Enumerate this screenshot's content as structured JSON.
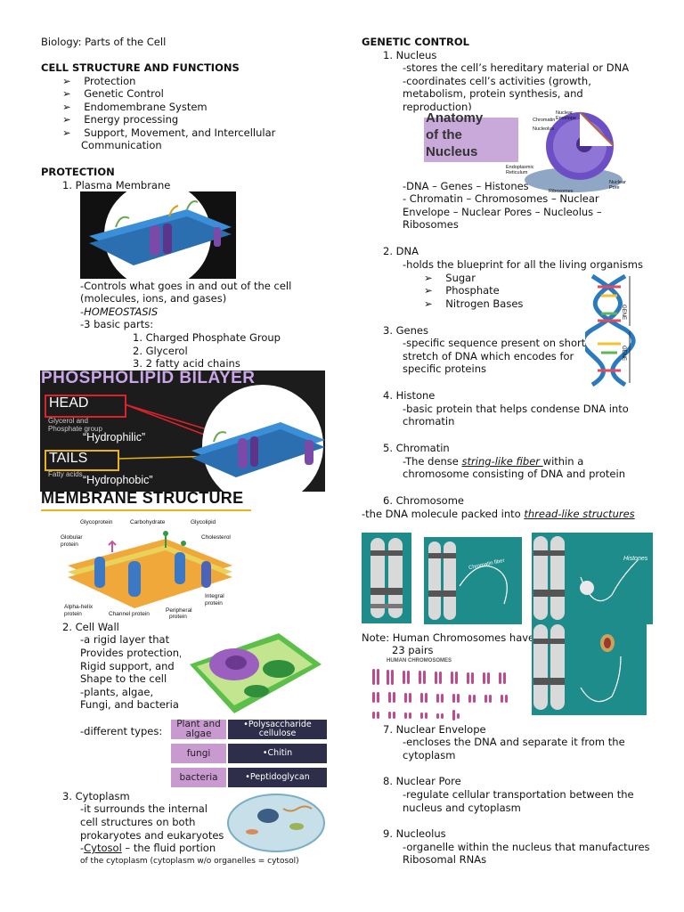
{
  "left": {
    "title": "Biology: Parts of the Cell",
    "heading": "CELL STRUCTURE AND FUNCTIONS",
    "bullets": [
      "Protection",
      "Genetic Control",
      "Endomembrane System",
      "Energy processing",
      "Support, Movement, and Intercellular",
      "Communication"
    ],
    "protection_heading": "PROTECTION",
    "pm_title": "1.    Plasma Membrane",
    "pm_desc1": "-Controls what goes in and out of the cell",
    "pm_desc2": "(molecules, ions, and gases)",
    "pm_homeo": "-HOMEOSTASIS",
    "pm_parts": "-3 basic parts:",
    "pm_part1": "1. Charged Phosphate Group",
    "pm_part2": "2. Glycerol",
    "pm_part3": "3. 2 fatty acid chains",
    "cw_title": "2.    Cell Wall",
    "cw_l1": "-a rigid layer that",
    "cw_l2": "Provides protection,",
    "cw_l3": "Rigid support, and",
    "cw_l4": "Shape to the cell",
    "cw_l5": "-plants, algae,",
    "cw_l6": " Fungi, and bacteria",
    "cw_types": "-different types:",
    "cy_title": "3.    Cytoplasm",
    "cy_l1": "-it surrounds the internal",
    "cy_l2": "cell structures on both",
    "cy_l3": "prokaryotes and eukaryotes",
    "cy_l4a": "-",
    "cy_l4b": "Cytosol",
    "cy_l4c": " – the fluid portion",
    "cy_l5": "of the cytoplasm (cytoplasm w/o organelles = cytosol)"
  },
  "figures": {
    "bilayer_title": "PHOSPHOLIPID BILAYER",
    "head": "HEAD",
    "head_sub1": "Glycerol and",
    "head_sub2": "Phosphate group",
    "hydrophilic": "“Hydrophilic”",
    "tails": "TAILS",
    "tails_sub": "Fatty acids",
    "hydrophobic": "“Hydrophobic”",
    "membrane_title": "MEMBRANE STRUCTURE",
    "ms_labels": [
      "Glycoprotein",
      "Carbohydrate",
      "Glycolipid",
      "Globular",
      "protein",
      "Cholesterol",
      "Integral",
      "protein",
      "Alpha-helix",
      "protein",
      "Channel protein",
      "Peripheral",
      "protein"
    ],
    "wall_types": [
      {
        "org": "Plant and algae",
        "mat": "•Polysaccharide cellulose"
      },
      {
        "org": "fungi",
        "mat": "•Chitin"
      },
      {
        "org": "bacteria",
        "mat": "•Peptidoglycan"
      }
    ],
    "nucleus_title": [
      "Anatomy",
      "of the",
      "Nucleus"
    ],
    "nucleus_labels": [
      "Nuclear",
      "Envelope",
      "Chromatin",
      "Nucleolus",
      "Endoplasmic",
      "Reticulum",
      "Ribosomes",
      "Nuclear",
      "Pore"
    ],
    "gene": "GENE",
    "chromatin_fiber": "Chromatin fiber",
    "histones": "Histones",
    "human_chromosomes": "HUMAN CHROMOSOMES"
  },
  "right": {
    "heading": "GENETIC CONTROL",
    "n1_title": "1.    Nucleus",
    "n1_l1": "-stores the cell’s hereditary material or DNA",
    "n1_l2": "-coordinates cell’s activities (growth,",
    "n1_l3": "metabolism, protein synthesis, and",
    "n1_l4": "reproduction)",
    "n1_parts1": "-DNA – Genes – Histones",
    "n1_parts2": " - Chromatin – Chromosomes – Nuclear",
    "n1_parts3": " Envelope – Nuclear Pores – Nucleolus –",
    "n1_parts4": " Ribosomes",
    "n2_title": "2.    DNA",
    "n2_l1": "-holds the blueprint for all the living organisms",
    "n2_bullets": [
      "Sugar",
      "Phosphate",
      "Nitrogen Bases"
    ],
    "n3_title": "3.    Genes",
    "n3_l1": "-specific sequence present on short",
    "n3_l2": "stretch of DNA which encodes for",
    "n3_l3": "specific proteins",
    "n4_title": "4.    Histone",
    "n4_l1": "-basic protein that helps condense DNA into",
    "n4_l2": "chromatin",
    "n5_title": "5.    Chromatin",
    "n5_l1a": "-The dense ",
    "n5_l1b": "string-like fiber ",
    "n5_l1c": "within a",
    "n5_l2": "chromosome consisting of DNA and protein",
    "n6_title": "6.    Chromosome",
    "n6_l1a": "-the DNA molecule packed into ",
    "n6_l1b": "thread-like structures",
    "note1": "Note: Human Chromosomes have",
    "note2": "23 pairs",
    "n7_title": "7.    Nuclear Envelope",
    "n7_l1": "-encloses the DNA and separate it from the",
    "n7_l2": "cytoplasm",
    "n8_title": "8.    Nuclear Pore",
    "n8_l1": "-regulate cellular transportation between the",
    "n8_l2": "nucleus and cytoplasm",
    "n9_title": "9.    Nucleolus",
    "n9_l1": "-organelle within the nucleus that manufactures",
    "n9_l2": "Ribosomal RNAs"
  }
}
